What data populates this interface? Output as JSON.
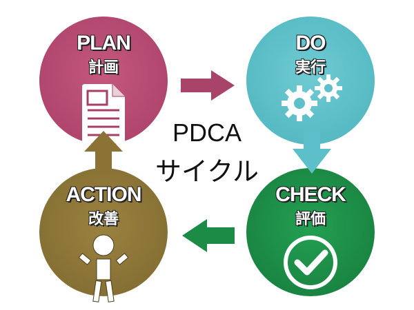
{
  "title": {
    "line1": "PDCA",
    "line2": "サイクル"
  },
  "steps": {
    "plan": {
      "en": "PLAN",
      "jp": "計画",
      "color": "#b84a72",
      "icon": "document-icon"
    },
    "do": {
      "en": "DO",
      "jp": "実行",
      "color": "#5cbfc9",
      "icon": "gears-icon"
    },
    "check": {
      "en": "CHECK",
      "jp": "評価",
      "color": "#1c8b46",
      "icon": "checkmark-icon"
    },
    "action": {
      "en": "ACTION",
      "jp": "改善",
      "color": "#8b7335",
      "icon": "person-icon"
    }
  }
}
